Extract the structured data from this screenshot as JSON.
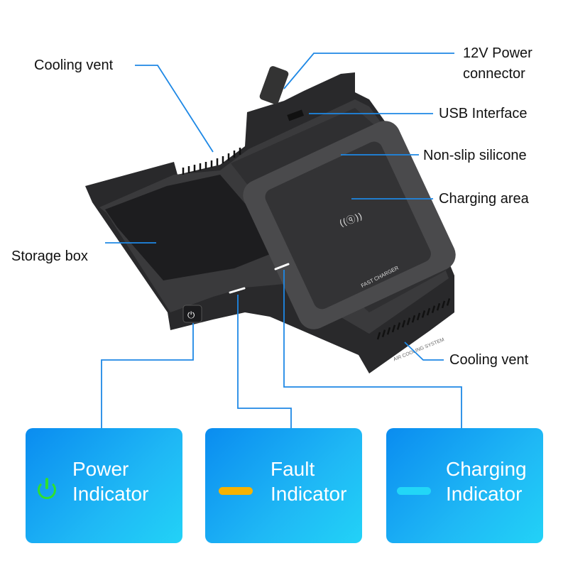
{
  "labels": {
    "cooling_vent_top": "Cooling vent",
    "power_connector_line1": "12V Power",
    "power_connector_line2": "connector",
    "usb_interface": "USB Interface",
    "non_slip_silicone": "Non-slip silicone",
    "charging_area": "Charging area",
    "storage_box": "Storage box",
    "cooling_vent_bottom": "Cooling vent"
  },
  "device": {
    "pad_text": "FAST CHARGER",
    "vent_text": "AIR COOLING SYSTEM",
    "wireless_icon": "qi-wireless-icon"
  },
  "cards": [
    {
      "line1": "Power",
      "line2": "Indicator",
      "icon": "power-icon",
      "color": "#2fe02f"
    },
    {
      "line1": "Fault",
      "line2": "Indicator",
      "icon": "bar-indicator",
      "color": "#f6b200"
    },
    {
      "line1": "Charging",
      "line2": "Indicator",
      "icon": "bar-indicator",
      "color": "#22d6f7"
    }
  ],
  "colors": {
    "leader_line": "#1e88e5",
    "device": "#2b2b2d",
    "card_start": "#0a8cf0",
    "card_end": "#22d2f7"
  }
}
